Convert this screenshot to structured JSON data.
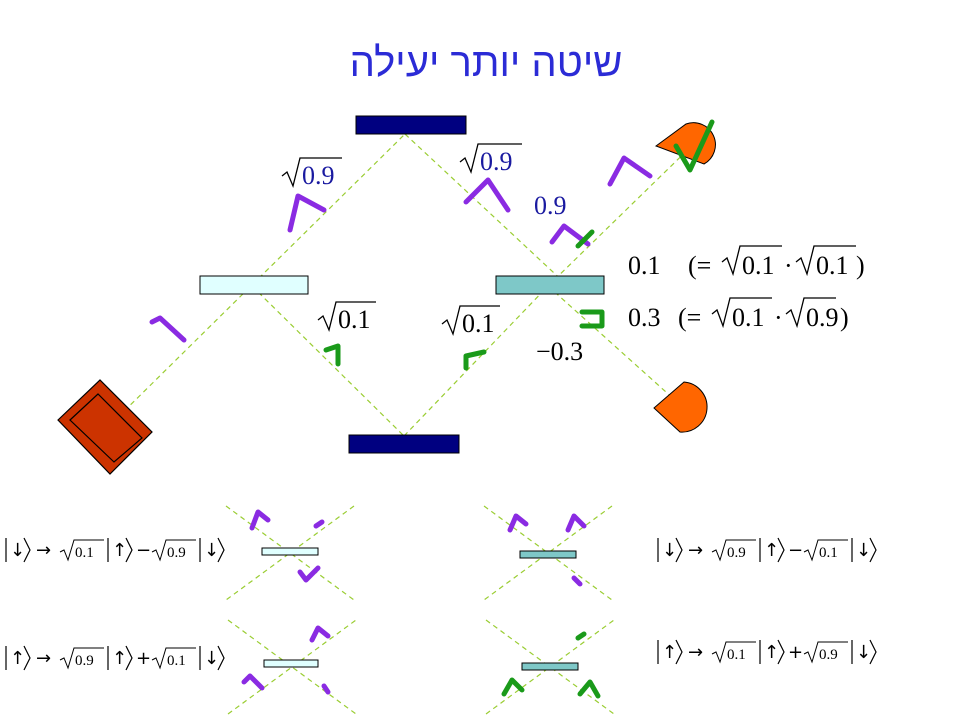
{
  "title": "שיטה יותר יעילה",
  "labels": {
    "sqrt09_left": "0.9",
    "sqrt09_right": "0.9",
    "val_09": "0.9",
    "sqrt01_left": "0.1",
    "sqrt01_right": "0.1",
    "val_neg03": "−0.3"
  },
  "results": {
    "row1_value": "0.1",
    "row1_paren_open": "(=",
    "row1_a": "0.1",
    "row1_dot": "·",
    "row1_b": "0.1",
    "row1_paren_close": ")",
    "row2_value": "0.3",
    "row2_paren_open": "(=",
    "row2_a": "0.1",
    "row2_dot": "·",
    "row2_b": "0.9",
    "row2_paren_close": ")"
  },
  "equations": {
    "eq1": {
      "in": "↓",
      "c1": "0.1",
      "k1": "↑",
      "op": "−",
      "c2": "0.9",
      "k2": "↓"
    },
    "eq2": {
      "in": "↑",
      "c1": "0.9",
      "k1": "↑",
      "op": "+",
      "c2": "0.1",
      "k2": "↓"
    },
    "eq3": {
      "in": "↓",
      "c1": "0.9",
      "k1": "↑",
      "op": "−",
      "c2": "0.1",
      "k2": "↓"
    },
    "eq4": {
      "in": "↑",
      "c1": "0.1",
      "k1": "↑",
      "op": "+",
      "c2": "0.9",
      "k2": "↓"
    }
  },
  "colors": {
    "title": "#2b2bd6",
    "mirror": "#000080",
    "splitter_light": "#e0ffff",
    "splitter_dark": "#7ec8c8",
    "source": "#cc3300",
    "detector": "#ff6600",
    "beam": "#9acd32",
    "photon_violet": "#8a2be2",
    "photon_green": "#1a9a1a"
  },
  "icons": [
    "photon-source-icon",
    "detector-icon",
    "checkmark-icon",
    "mirror-icon",
    "beam-splitter-icon"
  ]
}
